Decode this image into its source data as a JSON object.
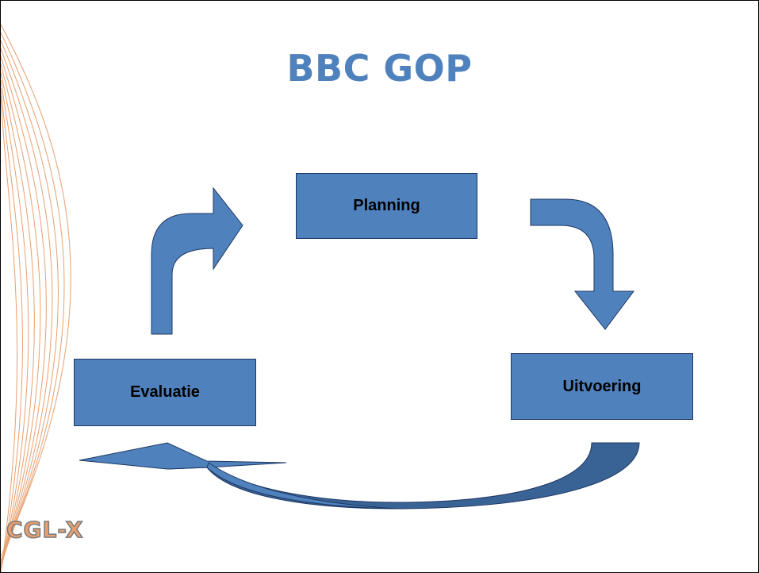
{
  "title": "BBC GOP",
  "cycle": {
    "planning": "Planning",
    "uitvoering": "Uitvoering",
    "evaluatie": "Evaluatie"
  },
  "logo_text": "CGL-X",
  "colors": {
    "title": "#4f81bd",
    "box_fill": "#4f81bd",
    "box_border": "#1f3864",
    "arrow_fill": "#4f81bd",
    "arrow_dark": "#3a6395",
    "deco_lines": "#e8a070",
    "logo": "#e8a070"
  }
}
